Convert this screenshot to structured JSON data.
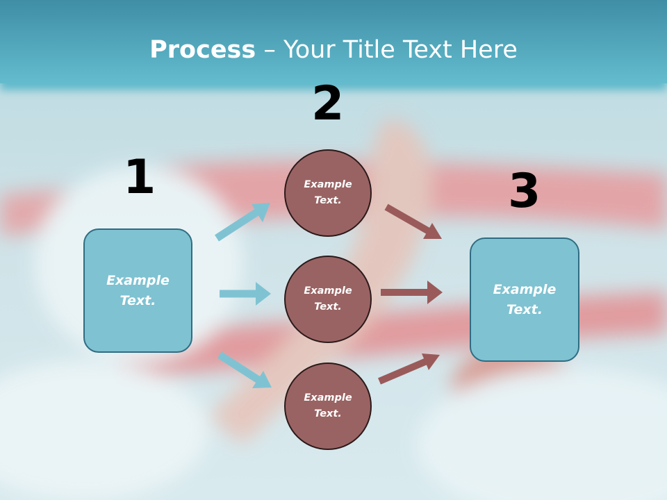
{
  "title": {
    "bold": "Process",
    "rest": " – Your Title Text Here"
  },
  "steps": [
    {
      "number": "1",
      "text_line1": "Example",
      "text_line2": "Text."
    },
    {
      "number": "2"
    },
    {
      "number": "3",
      "text_line1": "Example",
      "text_line2": "Text."
    }
  ],
  "circles": [
    {
      "text_line1": "Example",
      "text_line2": "Text."
    },
    {
      "text_line1": "Example",
      "text_line2": "Text."
    },
    {
      "text_line1": "Example",
      "text_line2": "Text."
    }
  ],
  "colors": {
    "box_fill": "#7fc2d1",
    "circle_fill": "#9a6363",
    "blue_arrow": "#7fc3d3",
    "red_arrow": "#9a5a5a",
    "header_band": "#5db6c8"
  }
}
